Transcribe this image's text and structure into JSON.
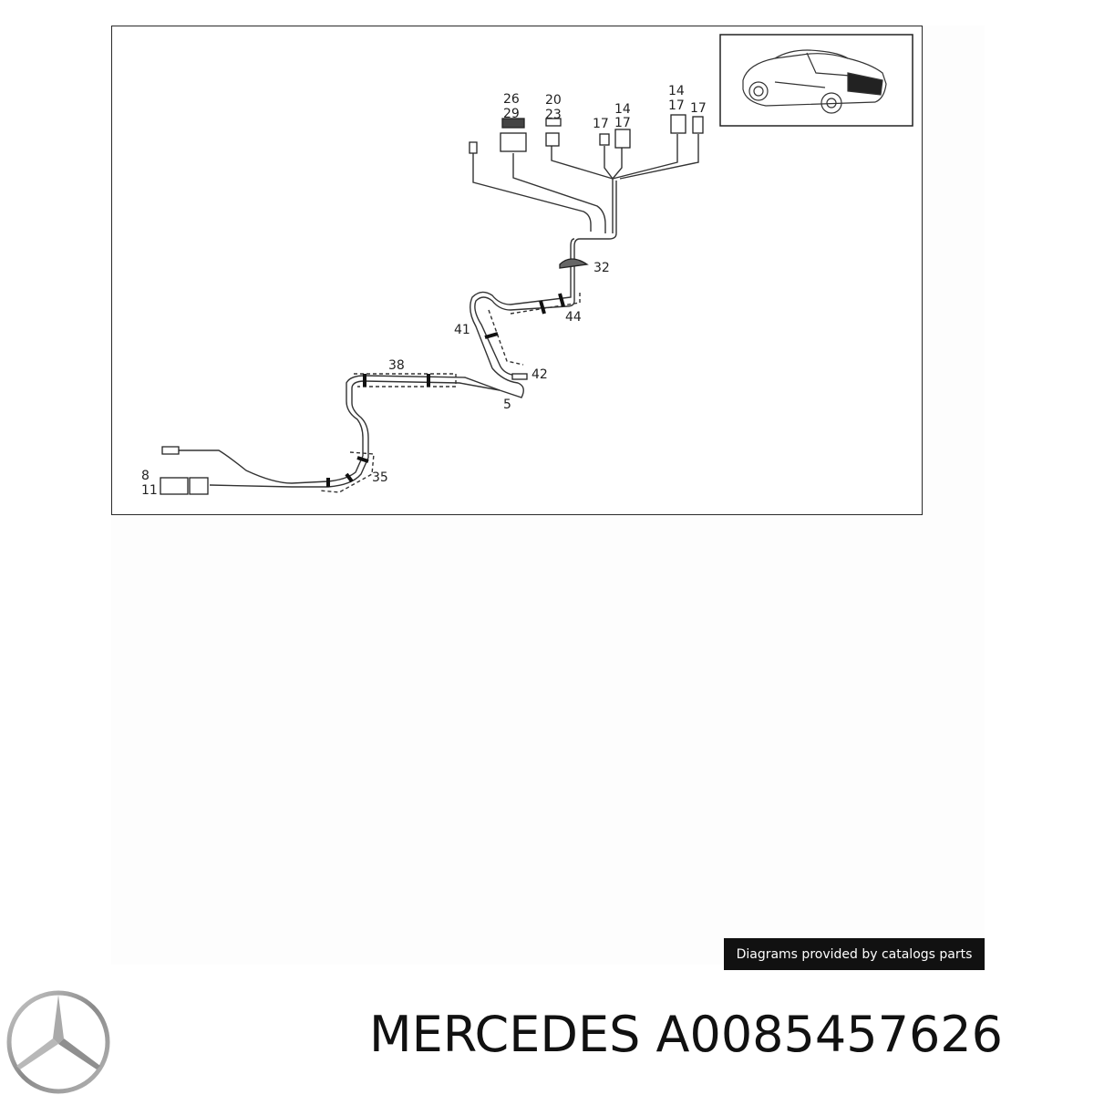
{
  "diagram": {
    "callouts": {
      "c26": "26",
      "c29": "29",
      "c20": "20",
      "c23": "23",
      "c17a": "17",
      "c14a": "14",
      "c17b": "17",
      "c14b": "14",
      "c17c": "17",
      "c17d": "17",
      "c32": "32",
      "c44": "44",
      "c41": "41",
      "c42": "42",
      "c38": "38",
      "c5": "5",
      "c35": "35",
      "c8": "8",
      "c11": "11"
    }
  },
  "credit": {
    "text": "Diagrams provided by catalogs parts"
  },
  "part": {
    "brand": "MERCEDES",
    "number": "A0085457626"
  },
  "colors": {
    "line": "#333333",
    "credit_bg": "#111111",
    "logo_silver": "#8a8a8a"
  }
}
